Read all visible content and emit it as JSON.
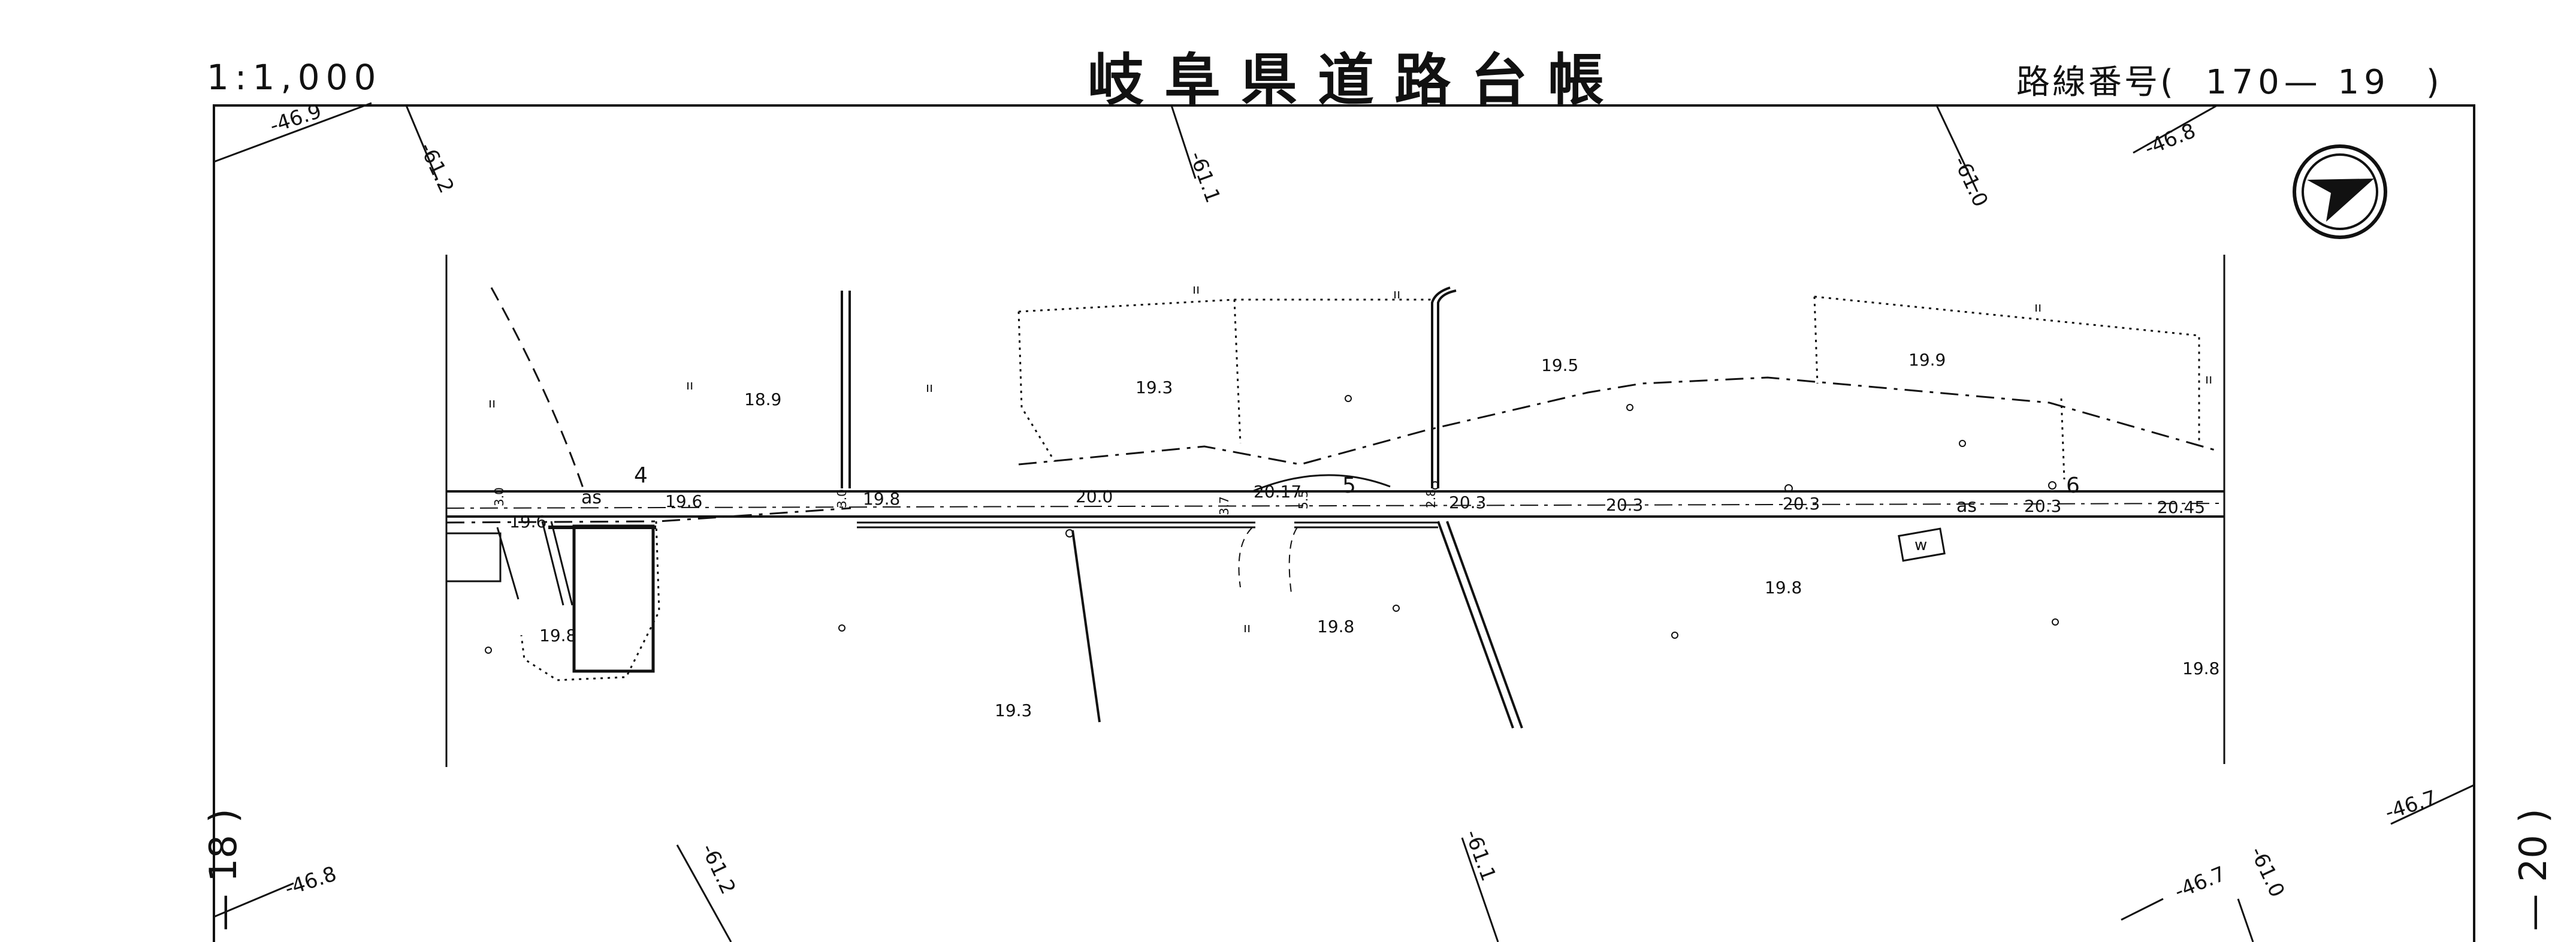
{
  "header": {
    "scale": "1:1,000",
    "title": "岐阜県道路台帳",
    "route_label": "路線番号(",
    "route_number": "170— 19",
    "route_close": ")"
  },
  "sheet_refs": {
    "left": "— 18 )",
    "right": "— 20 )"
  },
  "contours": {
    "top_left_a": "-46.9",
    "top_left_b": "-61.2",
    "top_mid": "-61.1",
    "top_right_a": "-61.0",
    "top_right_b": "-46.8",
    "bottom_left_a": "-46.8",
    "bottom_left_b": "-61.2",
    "bottom_mid": "-61.1",
    "bottom_right_a": "-46.7",
    "bottom_right_b": "-61.0",
    "bottom_right_c": "-46.7"
  },
  "stations": {
    "s4": "4",
    "s5": "5",
    "s6": "6"
  },
  "elevations": {
    "e189": "18.9",
    "e193a": "19.3",
    "e195": "19.5",
    "e199": "19.9",
    "e196": "19.6",
    "e196b": "19.6",
    "e198a": "19.8",
    "e200": "20.0",
    "e2017": "20.17",
    "e203a": "20.3",
    "e203b": "20.3",
    "e203c": "20.3",
    "e203d": "20.3",
    "e2045": "20.45",
    "e198b": "19.8",
    "e198c": "19.8",
    "e198d": "19.8",
    "e198e": "19.8",
    "e193b": "19.3",
    "small_a": "3.0",
    "small_b": "3.0",
    "small_c": "5.5",
    "small_d": "3.7",
    "small_e": "2.8"
  },
  "symbols": {
    "as1": "as",
    "as2": "as",
    "water_box": "w",
    "field": "ıı"
  },
  "north_arrow": "north-arrow-icon"
}
